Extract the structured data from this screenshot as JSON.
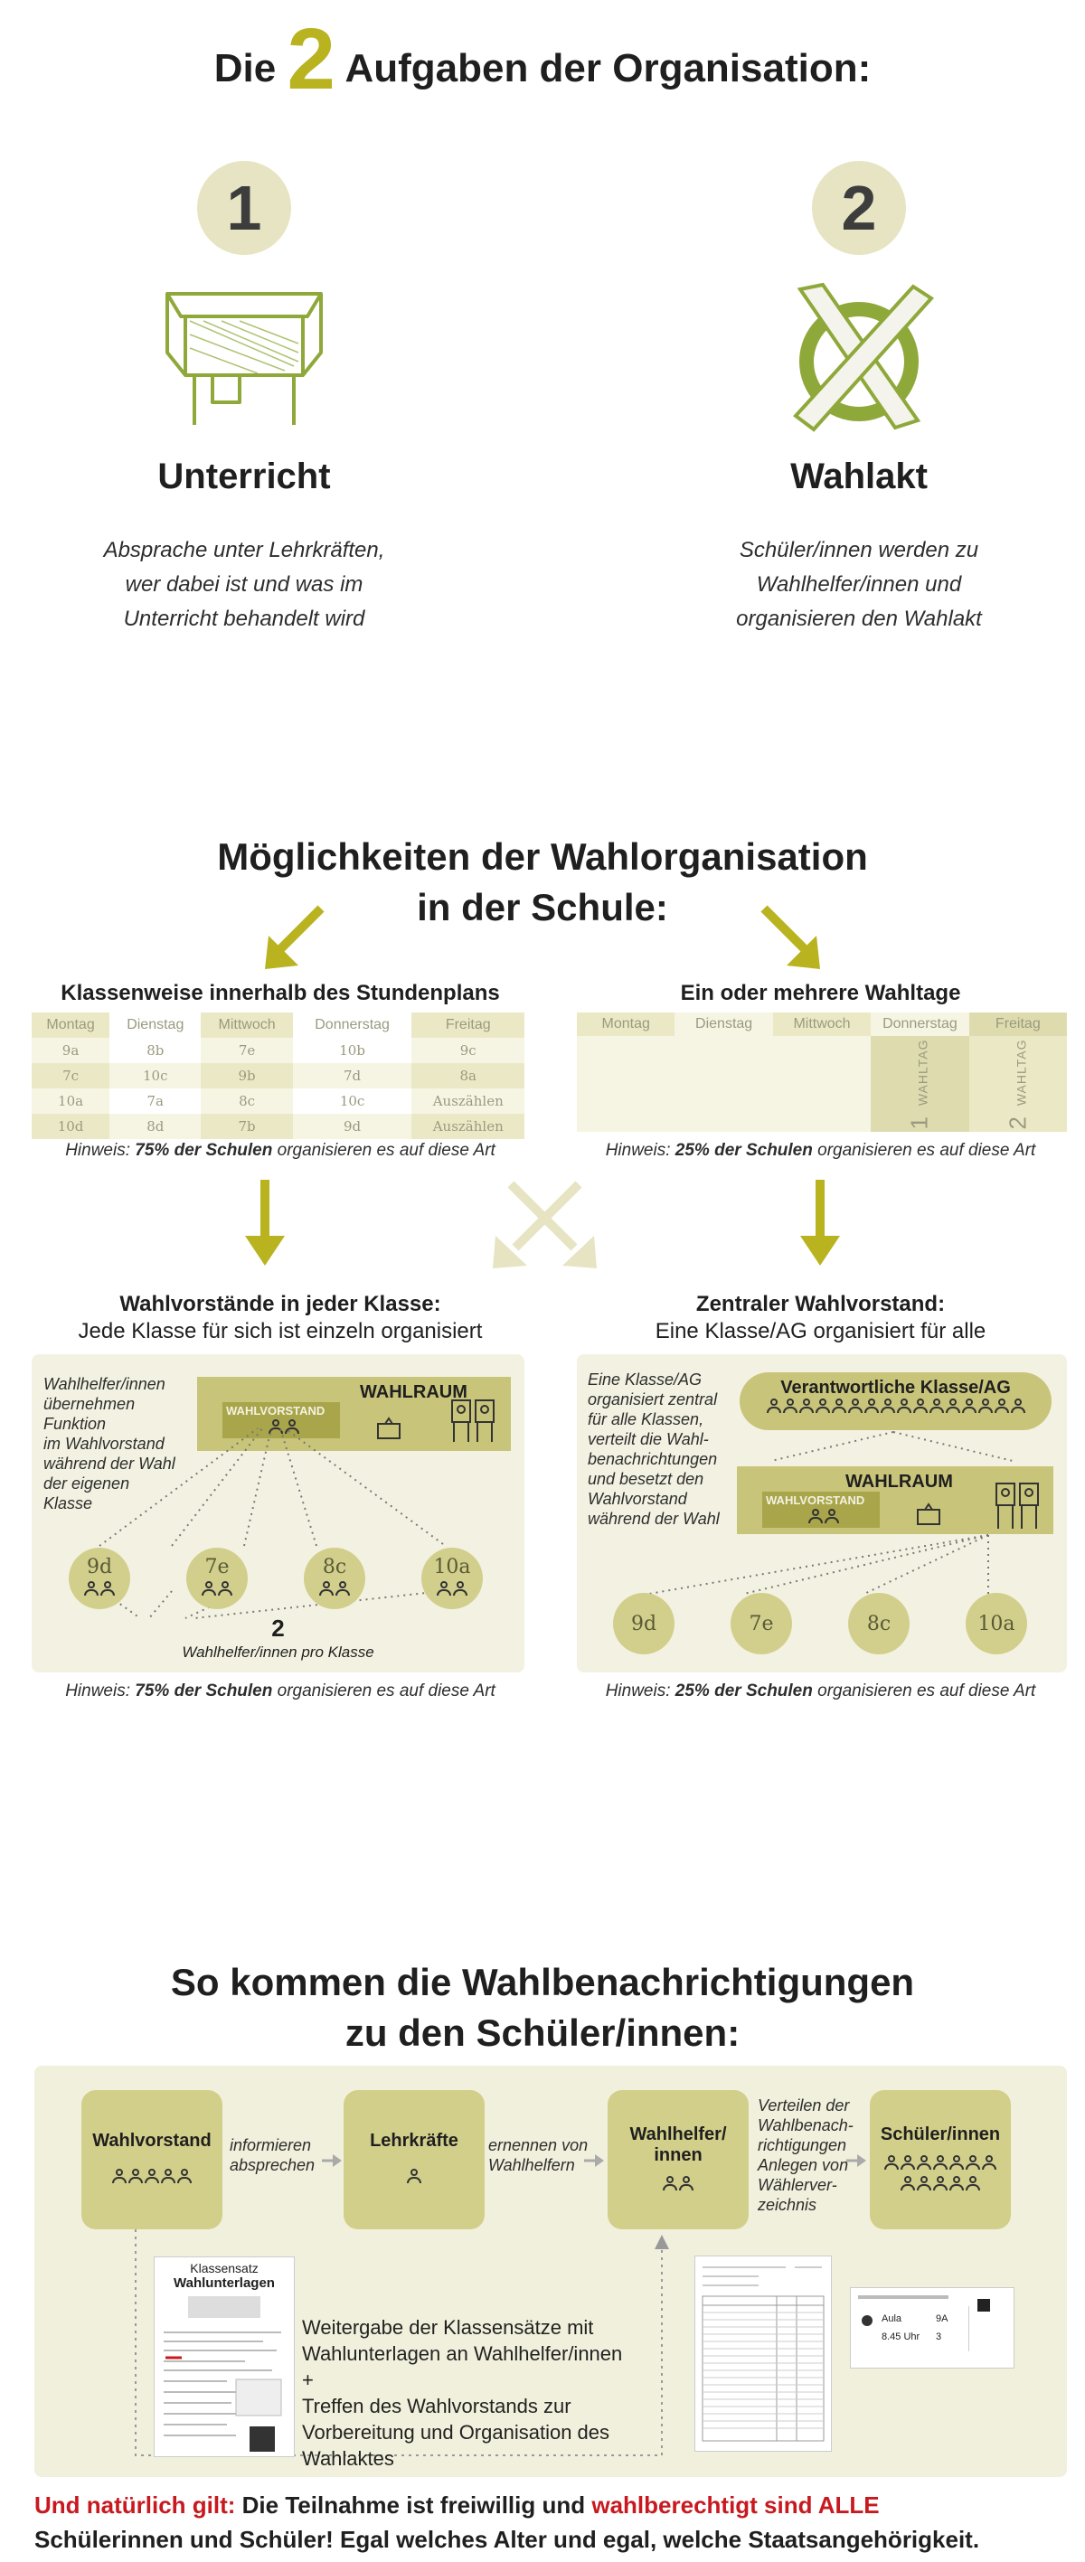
{
  "section1": {
    "title_pre": "Die",
    "title_num": "2",
    "title_post": "Aufgaben der Organisation:",
    "task1": {
      "number": "1",
      "title": "Unterricht",
      "desc": [
        "Absprache unter Lehrkräften,",
        "wer dabei ist und was im",
        "Unterricht behandelt wird"
      ],
      "icon": "desk-icon"
    },
    "task2": {
      "number": "2",
      "title": "Wahlakt",
      "desc": [
        "Schüler/innen werden zu",
        "Wahlhelfer/innen und",
        "organisieren den Wahlakt"
      ],
      "icon": "ballot-cross-icon"
    }
  },
  "section2": {
    "title_line1": "Möglichkeiten der Wahlorganisation",
    "title_line2": "in der Schule:",
    "left": {
      "heading": "Klassenweise innerhalb des Stundenplans",
      "days": [
        "Montag",
        "Dienstag",
        "Mittwoch",
        "Donnerstag",
        "Freitag"
      ],
      "rows": [
        [
          "9a",
          "8b",
          "7e",
          "10b",
          "9c"
        ],
        [
          "7c",
          "10c",
          "9b",
          "7d",
          "8a"
        ],
        [
          "10a",
          "7a",
          "8c",
          "10c",
          "Auszählen"
        ],
        [
          "10d",
          "8d",
          "7b",
          "9d",
          "Auszählen"
        ]
      ],
      "hint_pre": "Hinweis:",
      "hint_bold": "75% der Schulen",
      "hint_post": "organisieren es auf diese Art"
    },
    "right": {
      "heading": "Ein oder mehrere Wahltage",
      "days": [
        "Montag",
        "Dienstag",
        "Mittwoch",
        "Donnerstag",
        "Freitag"
      ],
      "day1_num": "1",
      "day1_label": "WAHLTAG",
      "day2_num": "2",
      "day2_label": "WAHLTAG",
      "hint_pre": "Hinweis:",
      "hint_bold": "25% der Schulen",
      "hint_post": "organisieren es auf diese Art"
    },
    "boxLeft": {
      "heading": "Wahlvorstände in jeder Klasse:",
      "sub": "Jede Klasse für sich ist einzeln organisiert",
      "text": [
        "Wahlhelfer/innen",
        "übernehmen",
        "Funktion",
        "im Wahlvorstand",
        "während der Wahl",
        "der eigenen",
        "Klasse"
      ],
      "room": "WAHLRAUM",
      "board": "WAHLVORSTAND",
      "classes": [
        "9d",
        "7e",
        "8c",
        "10a"
      ],
      "count": "2",
      "count_label": "Wahlhelfer/innen pro Klasse",
      "hint_pre": "Hinweis:",
      "hint_bold": "75% der Schulen",
      "hint_post": "organisieren es auf diese Art"
    },
    "boxRight": {
      "heading": "Zentraler Wahlvorstand:",
      "sub": "Eine Klasse/AG organisiert für alle",
      "text": [
        "Eine Klasse/AG",
        "organisiert zentral",
        "für alle Klassen,",
        "verteilt die Wahl-",
        "benachrichtungen",
        "und besetzt den",
        "Wahlvorstand",
        "während der Wahl"
      ],
      "responsible": "Verantwortliche Klasse/AG",
      "room": "WAHLRAUM",
      "board": "WAHLVORSTAND",
      "classes": [
        "9d",
        "7e",
        "8c",
        "10a"
      ],
      "hint_pre": "Hinweis:",
      "hint_bold": "25% der Schulen",
      "hint_post": "organisieren es auf diese Art"
    }
  },
  "section3": {
    "title_line1": "So kommen die Wahlbenachrichtigungen",
    "title_line2": "zu den Schüler/innen:",
    "steps": [
      "Wahlvorstand",
      "Lehrkräfte",
      "Wahlhelfer/\ninnen",
      "Schüler/innen"
    ],
    "arrow1": "informieren\nabsprechen",
    "arrow2": "ernennen von\nWahlhelfern",
    "arrow3": "Verteilen der\nWahlbenach-\nrichtigungen\nAnlegen von\nWählerver-\nzeichnis",
    "doc_title_top": "Klassensatz",
    "doc_title": "Wahlunterlagen",
    "note": "Weitergabe der Klassensätze mit\nWahlunterlagen an Wahlhelfer/innen\n+\nTreffen des Wahlvorstands zur\nVorbereitung und Organisation des\nWahlaktes",
    "card_labels": [
      "Aula",
      "9A",
      "8.45 Uhr",
      "3"
    ]
  },
  "footer": {
    "red1": "Und natürlich gilt:",
    "black1": "Die Teilnahme ist freiwillig und",
    "red2": "wahlberechtigt sind ALLE",
    "line2": "Schülerinnen und Schüler! Egal welches Alter und egal, welche Staatsangehörigkeit."
  },
  "colors": {
    "accent": "#b8b31f",
    "olive": "#c8c47a",
    "panel": "#f3f2e2",
    "red": "#c8191f"
  }
}
